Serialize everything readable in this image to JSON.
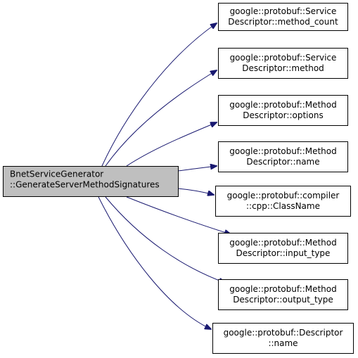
{
  "colors": {
    "edge": "#191970",
    "node_border": "#000000",
    "node_fill": "#ffffff",
    "root_fill": "#bfbfbf",
    "text": "#000000"
  },
  "root": {
    "line1": "BnetServiceGenerator",
    "line2": "::GenerateServerMethodSignatures"
  },
  "callees": [
    {
      "line1": "google::protobuf::Service",
      "line2": "Descriptor::method_count"
    },
    {
      "line1": "google::protobuf::Service",
      "line2": "Descriptor::method"
    },
    {
      "line1": "google::protobuf::Method",
      "line2": "Descriptor::options"
    },
    {
      "line1": "google::protobuf::Method",
      "line2": "Descriptor::name"
    },
    {
      "line1": "google::protobuf::compiler",
      "line2": "::cpp::ClassName"
    },
    {
      "line1": "google::protobuf::Method",
      "line2": "Descriptor::input_type"
    },
    {
      "line1": "google::protobuf::Method",
      "line2": "Descriptor::output_type"
    },
    {
      "line1": "google::protobuf::Descriptor",
      "line2": "::name"
    }
  ]
}
